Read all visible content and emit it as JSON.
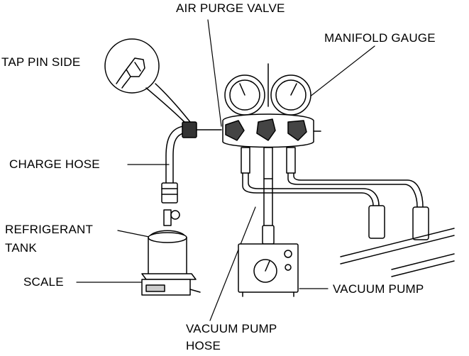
{
  "labels": {
    "air_purge_valve": "AIR PURGE VALVE",
    "manifold_gauge": "MANIFOLD GAUGE",
    "tap_pin_side": "TAP PIN SIDE",
    "charge_hose": "CHARGE HOSE",
    "refrigerant_tank_line1": "REFRIGERANT",
    "refrigerant_tank_line2": "TANK",
    "scale": "SCALE",
    "vacuum_pump": "VACUUM PUMP",
    "vacuum_pump_hose_line1": "VACUUM PUMP",
    "vacuum_pump_hose_line2": "HOSE"
  },
  "colors": {
    "ink": "#000000",
    "background": "#ffffff"
  }
}
